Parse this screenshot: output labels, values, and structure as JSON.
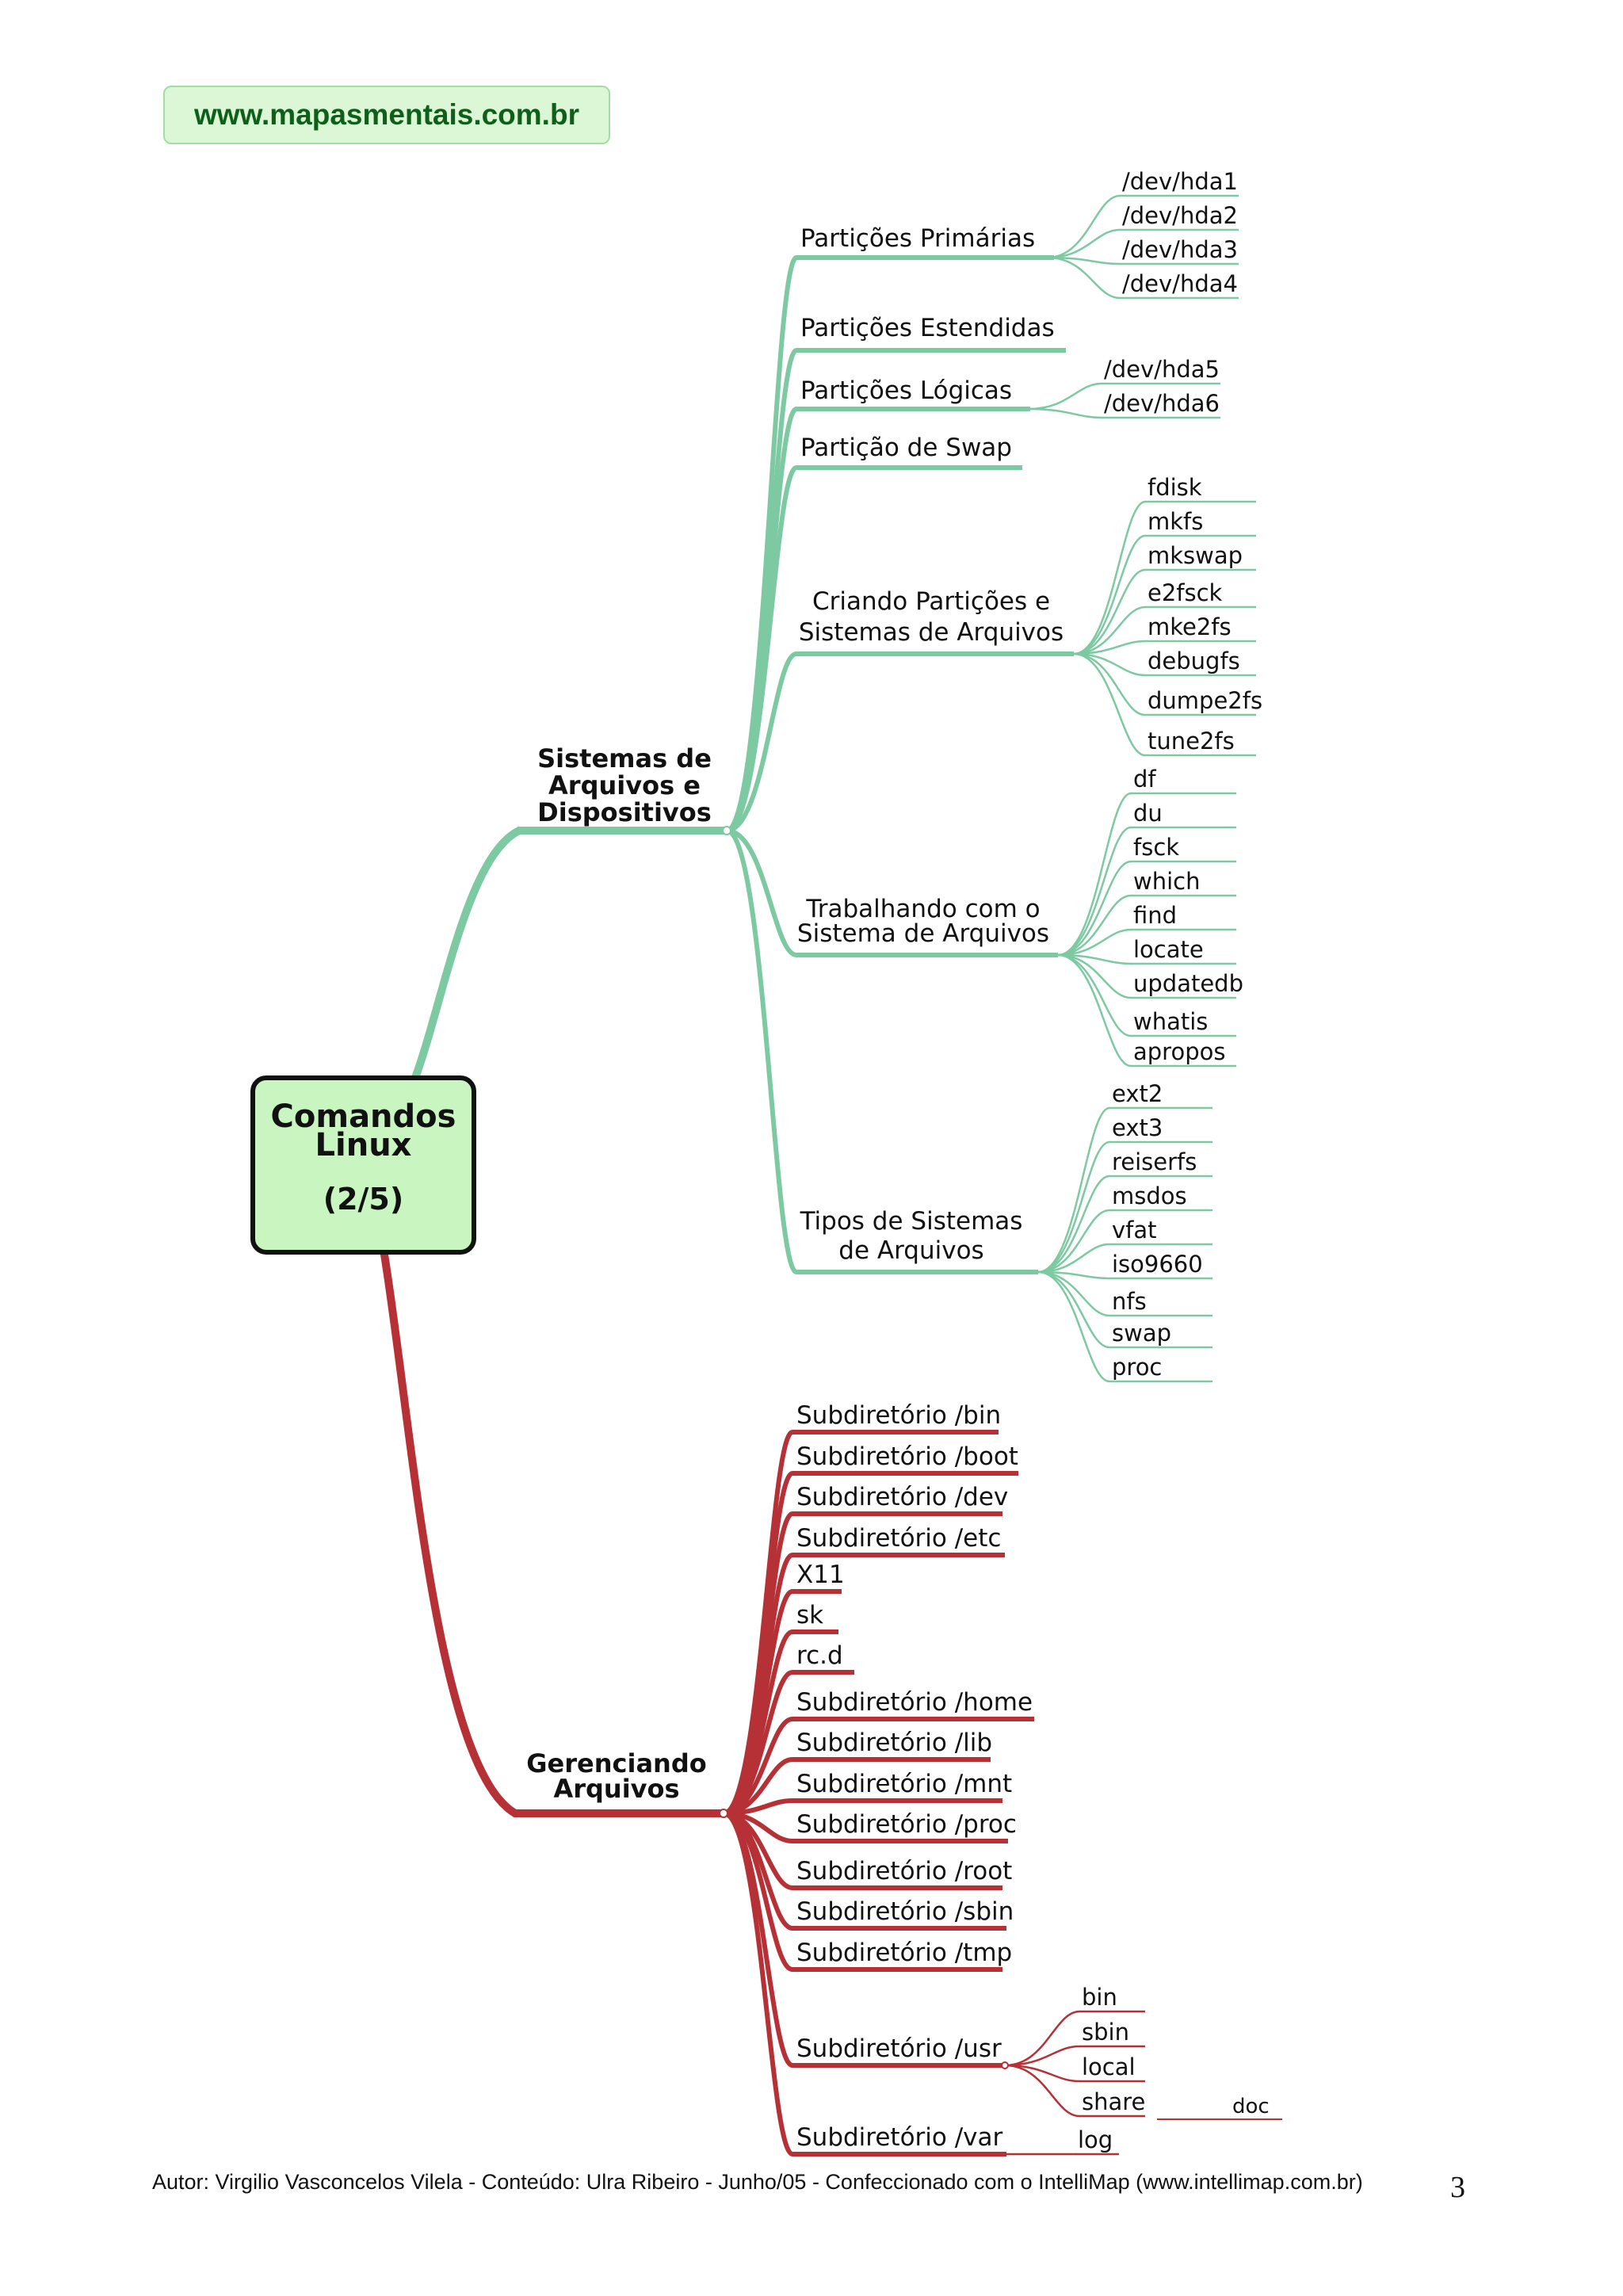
{
  "site": {
    "url": "www.mapasmentais.com.br"
  },
  "root": {
    "line1": "Comandos",
    "line2": "Linux",
    "line3": "(2/5)"
  },
  "colors": {
    "green": "#7dc9a2",
    "red": "#b53136",
    "root_fill": "#c8f5c0",
    "badge_fill": "#dcf7d6",
    "badge_text": "#0f5e1a"
  },
  "branches": [
    {
      "lines": [
        "Sistemas de",
        "Arquivos e",
        "Dispositivos"
      ],
      "color": "green",
      "topics": [
        {
          "label": [
            "Partições Primárias"
          ],
          "children": [
            "/dev/hda1",
            "/dev/hda2",
            "/dev/hda3",
            "/dev/hda4"
          ]
        },
        {
          "label": [
            "Partições Estendidas"
          ],
          "children": []
        },
        {
          "label": [
            "Partições Lógicas"
          ],
          "children": [
            "/dev/hda5",
            "/dev/hda6"
          ]
        },
        {
          "label": [
            "Partição de Swap"
          ],
          "children": []
        },
        {
          "label": [
            "Criando Partições e",
            "Sistemas de Arquivos"
          ],
          "children": [
            "fdisk",
            "mkfs",
            "mkswap",
            "e2fsck",
            "mke2fs",
            "debugfs",
            "dumpe2fs",
            "tune2fs"
          ]
        },
        {
          "label": [
            "Trabalhando com o",
            "Sistema de Arquivos"
          ],
          "children": [
            "df",
            "du",
            "fsck",
            "which",
            "find",
            "locate",
            "updatedb",
            "whatis",
            "apropos"
          ]
        },
        {
          "label": [
            "Tipos de Sistemas",
            "de Arquivos"
          ],
          "children": [
            "ext2",
            "ext3",
            "reiserfs",
            "msdos",
            "vfat",
            "iso9660",
            "nfs",
            "swap",
            "proc"
          ]
        }
      ]
    },
    {
      "lines": [
        "Gerenciando",
        "Arquivos"
      ],
      "color": "red",
      "topics": [
        {
          "label": [
            "Subdiretório /bin"
          ],
          "children": []
        },
        {
          "label": [
            "Subdiretório /boot"
          ],
          "children": []
        },
        {
          "label": [
            "Subdiretório /dev"
          ],
          "children": []
        },
        {
          "label": [
            "Subdiretório /etc"
          ],
          "children": []
        },
        {
          "label": [
            "X11"
          ],
          "children": []
        },
        {
          "label": [
            "sk"
          ],
          "children": []
        },
        {
          "label": [
            "rc.d"
          ],
          "children": []
        },
        {
          "label": [
            "Subdiretório /home"
          ],
          "children": []
        },
        {
          "label": [
            "Subdiretório /lib"
          ],
          "children": []
        },
        {
          "label": [
            "Subdiretório /mnt"
          ],
          "children": []
        },
        {
          "label": [
            "Subdiretório /proc"
          ],
          "children": []
        },
        {
          "label": [
            "Subdiretório /root"
          ],
          "children": []
        },
        {
          "label": [
            "Subdiretório /sbin"
          ],
          "children": []
        },
        {
          "label": [
            "Subdiretório /tmp"
          ],
          "children": []
        },
        {
          "label": [
            "Subdiretório /usr"
          ],
          "children": [
            "bin",
            "sbin",
            "local",
            "share"
          ],
          "grandchild": "doc"
        },
        {
          "label": [
            "Subdiretório /var"
          ],
          "children": [
            "log"
          ]
        }
      ]
    }
  ],
  "footer": {
    "author": "Autor: Virgilio Vasconcelos Vilela - Conteúdo: Ulra Ribeiro - Junho/05 - Confeccionado com o IntelliMap (www.intellimap.com.br)",
    "page": "3"
  }
}
